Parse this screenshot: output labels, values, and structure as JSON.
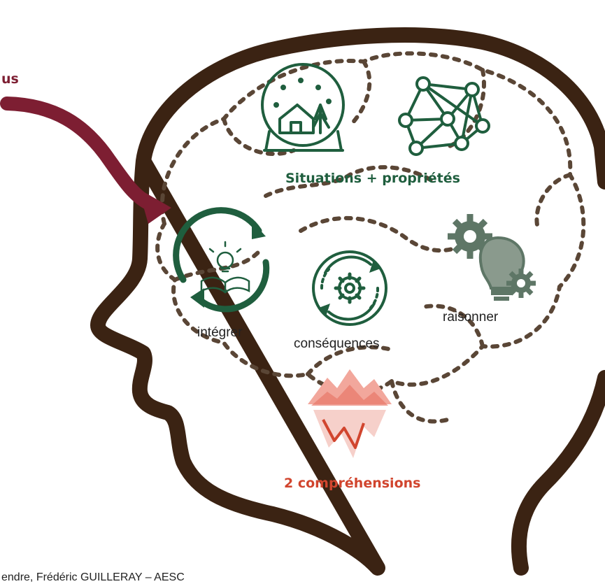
{
  "labels": {
    "top_left_fragment": "us",
    "situations": "Situations + propriétés",
    "integrer": "intégrer",
    "consequences": "conséquences",
    "raisonner": "raisonner",
    "comprehensions": "2 compréhensions",
    "credit": "endre, Frédéric GUILLERAY – AESC"
  },
  "colors": {
    "head_outline": "#3b2313",
    "brain_dots": "#5a4636",
    "icon_green": "#1f5e3e",
    "bulb_green": "#5e7666",
    "arrow_maroon": "#7d1e32",
    "accent_red": "#d1452e",
    "iceberg_red": "#e8776a"
  },
  "icons": [
    "snow-globe-icon",
    "network-icon",
    "book-bulb-cycle-icon",
    "gear-cycle-icon",
    "gears-bulb-icon",
    "iceberg-icon"
  ]
}
